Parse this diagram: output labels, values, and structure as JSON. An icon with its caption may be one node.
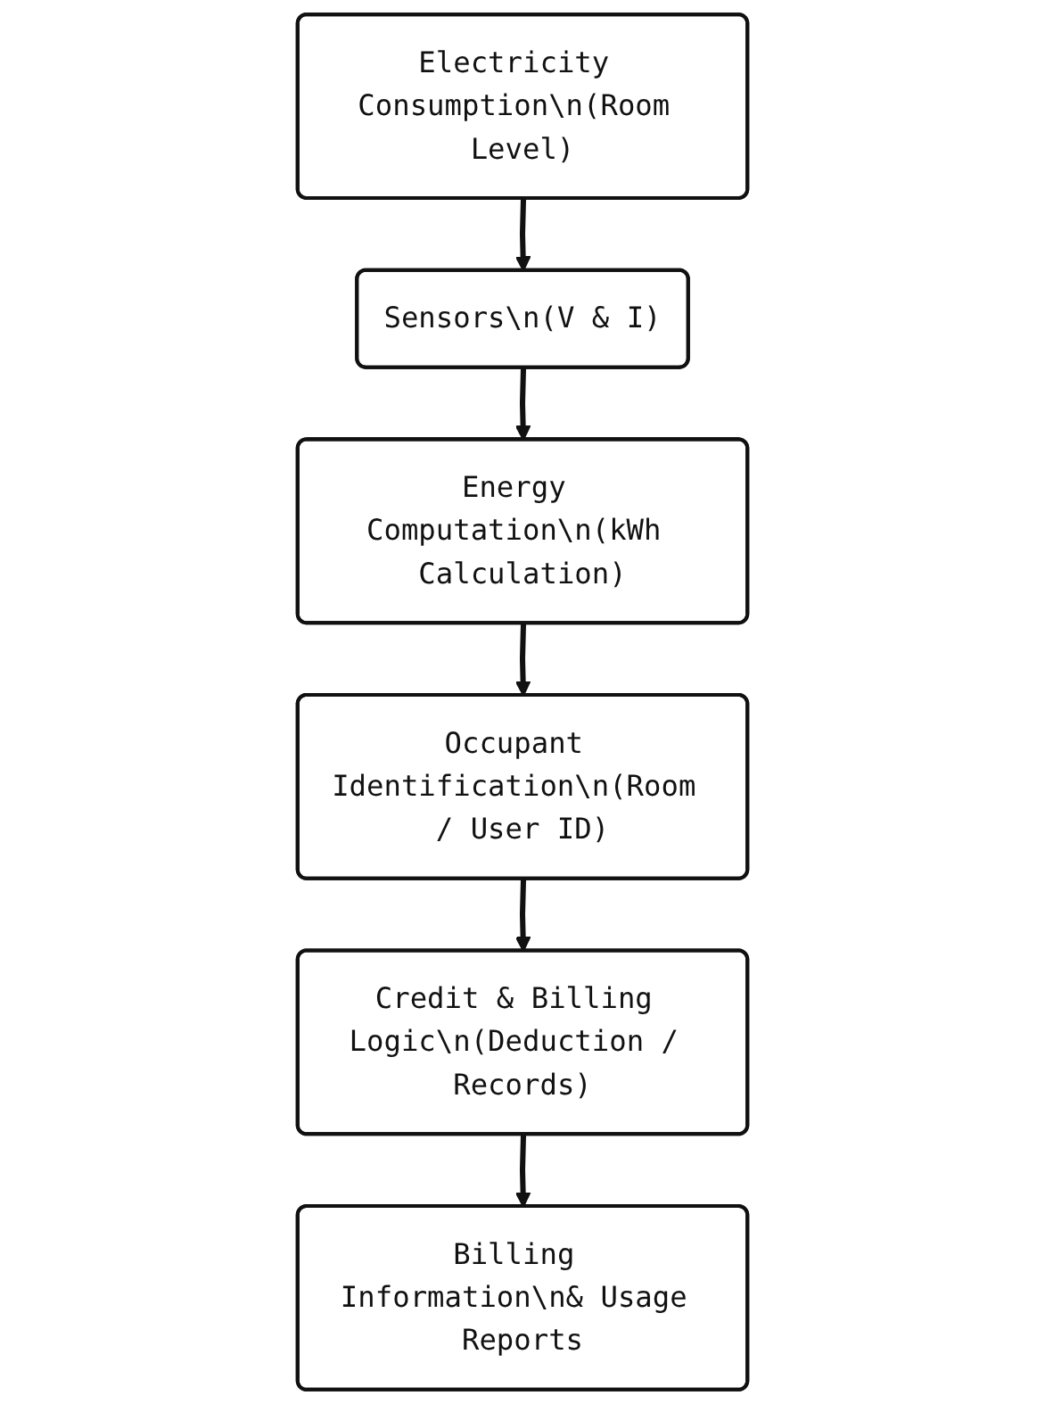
{
  "diagram": {
    "nodes": [
      {
        "text": [
          "Electricity Consumption\\n(Room Level)"
        ]
      },
      {
        "text": [
          "Sensors\\n(V & I)"
        ]
      },
      {
        "text": [
          "Energy Computation\\n(kWh Calculation)"
        ]
      },
      {
        "text": [
          "Occupant Identification\\n(Room / User ID)"
        ]
      },
      {
        "text": [
          "Credit & Billing Logic\\n(Deduction / Records)"
        ]
      },
      {
        "text": [
          "Billing Information\\n& Usage Reports"
        ]
      }
    ],
    "edges": [
      {
        "from": 0,
        "to": 1,
        "arrow": "to"
      },
      {
        "from": 1,
        "to": 2,
        "arrow": "to"
      },
      {
        "from": 2,
        "to": 3,
        "arrow": "to"
      },
      {
        "from": 3,
        "to": 4,
        "arrow": "to"
      },
      {
        "from": 4,
        "to": 5,
        "arrow": "to"
      }
    ]
  }
}
